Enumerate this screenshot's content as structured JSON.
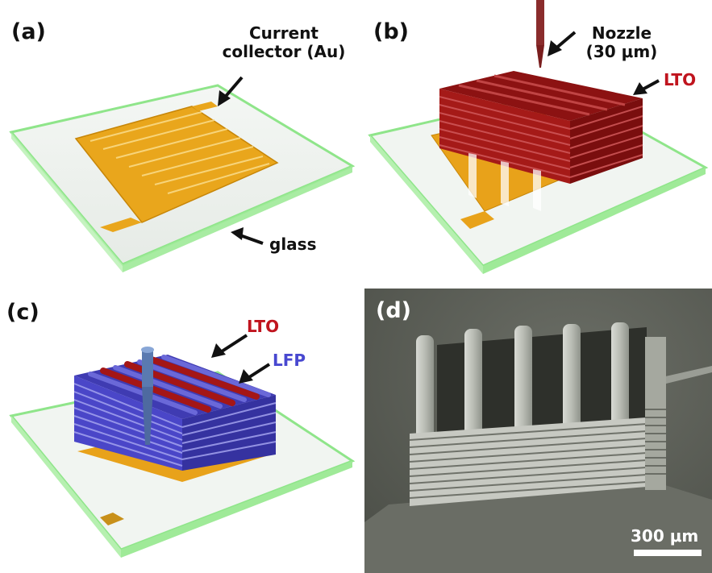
{
  "panels": {
    "a": {
      "label": "(a)",
      "annotations": {
        "collector_line1": "Current",
        "collector_line2": "collector (Au)",
        "glass": "glass"
      }
    },
    "b": {
      "label": "(b)",
      "annotations": {
        "nozzle_line1": "Nozzle",
        "nozzle_line2": "(30 μm)",
        "lto": "LTO"
      }
    },
    "c": {
      "label": "(c)",
      "annotations": {
        "lto": "LTO",
        "lfp": "LFP"
      }
    },
    "d": {
      "label": "(d)",
      "scale_bar": "300 μm"
    }
  },
  "colors": {
    "glass_edge": "#7fe07a",
    "gold": "#e8a21a",
    "lto": "#a41616",
    "lfp": "#4a46c8",
    "lto_text": "#c0141e",
    "lfp_text": "#4848d0",
    "sem_bg": "#5c5f57"
  }
}
